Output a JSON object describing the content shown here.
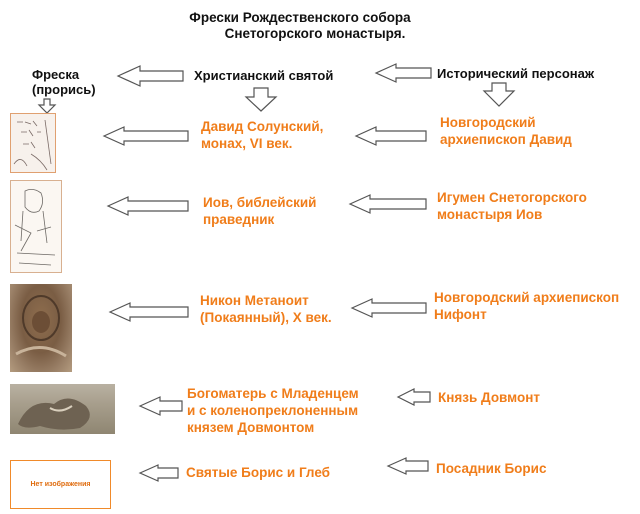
{
  "title": {
    "line1": "Фрески Рождественского собора",
    "line2": "Снетогорского монастыря."
  },
  "headers": {
    "fresco": "Фреска",
    "fresco_sub": "(прорись)",
    "saint": "Христианский святой",
    "person": "Исторический персонаж"
  },
  "rows": [
    {
      "saint": [
        "Давид Солунский,",
        "монах, VI век."
      ],
      "person": [
        "Новгородский",
        "архиепископ Давид"
      ]
    },
    {
      "saint": [
        "Иов, библейский",
        "праведник"
      ],
      "person": [
        "Игумен Снетогорского",
        "монастыря Иов"
      ]
    },
    {
      "saint": [
        "Никон Метаноит",
        "(Покаянный), X век."
      ],
      "person": [
        "Новгородский архиепископ",
        "Нифонт"
      ]
    },
    {
      "saint": [
        "Богоматерь с Младенцем",
        "и с коленопреклоненным",
        "князем Довмонтом"
      ],
      "person": [
        "Князь Довмонт"
      ]
    },
    {
      "saint": [
        "Святые Борис и Глеб"
      ],
      "person": [
        "Посадник Борис"
      ]
    }
  ],
  "no_image_label": "Нет изображения",
  "colors": {
    "accent": "#f07d1a",
    "arrow_fill": "#ffffff",
    "arrow_stroke": "#555555"
  }
}
